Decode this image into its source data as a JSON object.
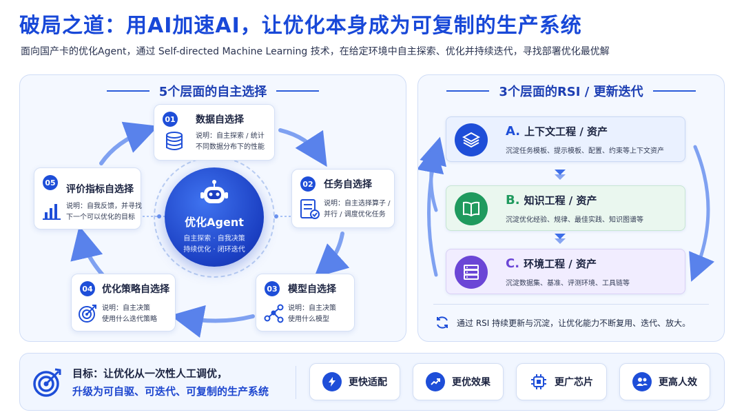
{
  "header": {
    "title": "破局之道：用AI加速AI，让优化本身成为可复制的生产系统",
    "subtitle": "面向国产卡的优化Agent，通过 Self-directed Machine Learning 技术，在给定环境中自主探索、优化并持续迭代，寻找部署优化最优解"
  },
  "left_panel": {
    "heading": "5个层面的自主选择",
    "hub": {
      "title": "优化Agent",
      "line1": "自主探索 · 自我决策",
      "line2": "持续优化 · 闭环迭代"
    },
    "nodes": [
      {
        "num": "01",
        "title": "数据自选择",
        "desc1": "说明：自主探索 / 统计",
        "desc2": "不同数据分布下的性能",
        "icon": "database-icon"
      },
      {
        "num": "02",
        "title": "任务自选择",
        "desc1": "说明：自主选择算子 /",
        "desc2": "并行 / 调度优化任务",
        "icon": "checklist-icon"
      },
      {
        "num": "03",
        "title": "模型自选择",
        "desc1": "说明：自主决策",
        "desc2": "使用什么模型",
        "icon": "network-nodes-icon"
      },
      {
        "num": "04",
        "title": "优化策略自选择",
        "desc1": "说明：自主决策",
        "desc2": "使用什么迭代策略",
        "icon": "target-arrow-icon"
      },
      {
        "num": "05",
        "title": "评价指标自选择",
        "desc1": "说明：自我反馈，并寻找",
        "desc2": "下一个可以优化的目标",
        "icon": "bar-chart-icon"
      }
    ]
  },
  "right_panel": {
    "heading": "3个层面的RSI / 更新迭代",
    "cards": [
      {
        "letter": "A.",
        "title": "上下文工程 / 资产",
        "desc": "沉淀任务模板、提示模板、配置、约束等上下文资产",
        "icon": "layers-icon",
        "accent": "#1e4ed8",
        "bg": "#eaf1ff"
      },
      {
        "letter": "B.",
        "title": "知识工程 / 资产",
        "desc": "沉淀优化经验、规律、最佳实践、知识图谱等",
        "icon": "open-book-icon",
        "accent": "#1f9a5e",
        "bg": "#eaf7ef"
      },
      {
        "letter": "C.",
        "title": "环境工程 / 资产",
        "desc": "沉淀数据集、基准、评测环境、工具链等",
        "icon": "server-icon",
        "accent": "#6b46d6",
        "bg": "#f1edff"
      }
    ],
    "note": "通过 RSI 持续更新与沉淀，让优化能力不断复用、迭代、放大。"
  },
  "goal": {
    "line1": "目标：让优化从一次性人工调优，",
    "line2": "升级为可自驱、可迭代、可复制的生产系统",
    "benefits": [
      {
        "label": "更快适配",
        "icon": "lightning-icon"
      },
      {
        "label": "更优效果",
        "icon": "trend-up-icon"
      },
      {
        "label": "更广芯片",
        "icon": "chip-icon"
      },
      {
        "label": "更高人效",
        "icon": "people-icon"
      }
    ]
  },
  "colors": {
    "brand": "#1e4ed8",
    "title": "#1848d8",
    "panel_bg": "#f4f8ff"
  }
}
